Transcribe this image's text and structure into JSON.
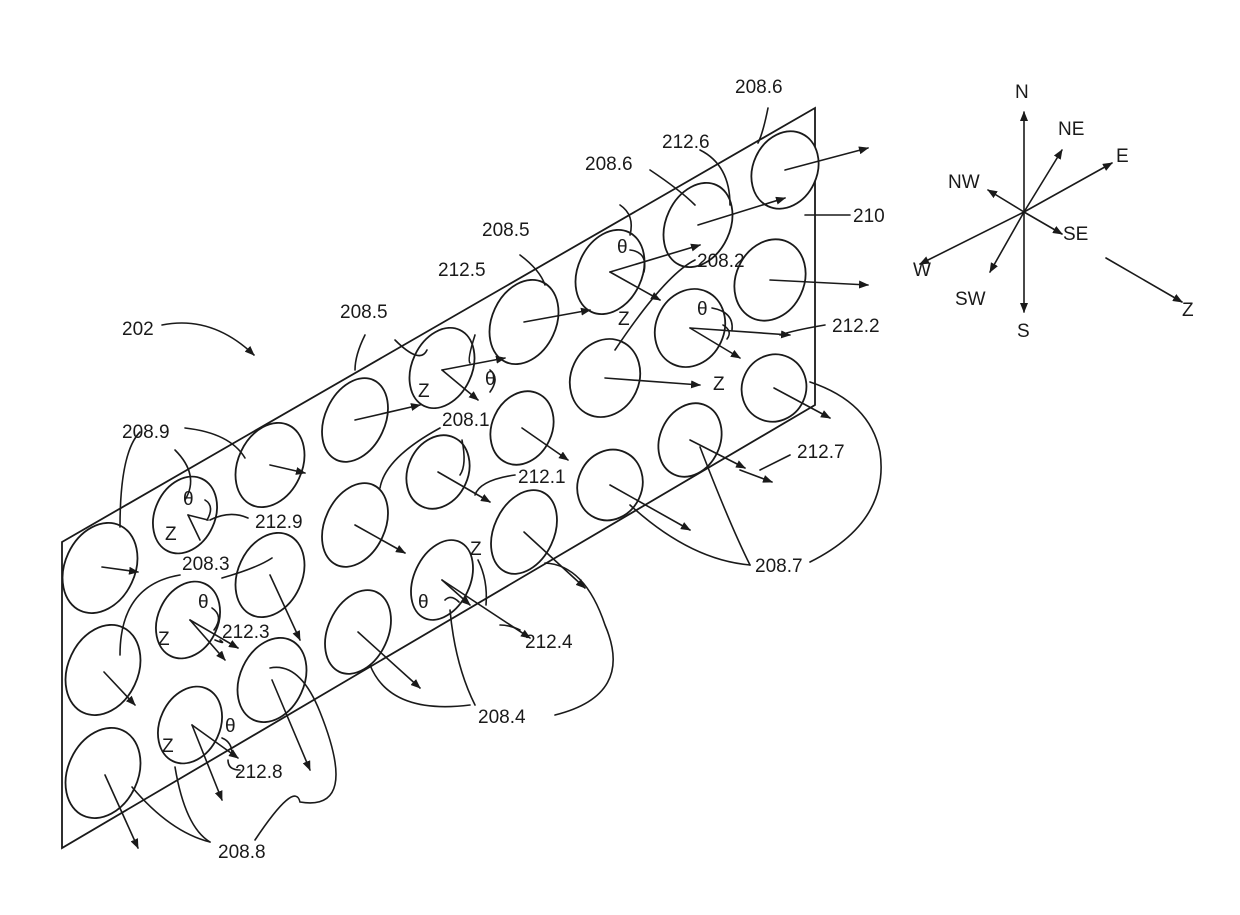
{
  "figure": {
    "ref_numerals": [
      "202",
      "208.1",
      "208.2",
      "208.3",
      "208.4",
      "208.5",
      "208.5",
      "208.6",
      "208.6",
      "208.7",
      "208.8",
      "208.9",
      "210",
      "212.1",
      "212.2",
      "212.3",
      "212.4",
      "212.5",
      "212.6",
      "212.7",
      "212.8",
      "212.9"
    ],
    "symbols": {
      "axis": "Z",
      "angle": "θ"
    },
    "compass": {
      "north": "N",
      "northeast": "NE",
      "east": "E",
      "southeast": "SE",
      "south": "S",
      "southwest": "SW",
      "west": "W",
      "northwest": "NW",
      "z_axis": "Z"
    }
  },
  "colors": {
    "ink": "#1a1a1a",
    "paper": "#ffffff"
  }
}
